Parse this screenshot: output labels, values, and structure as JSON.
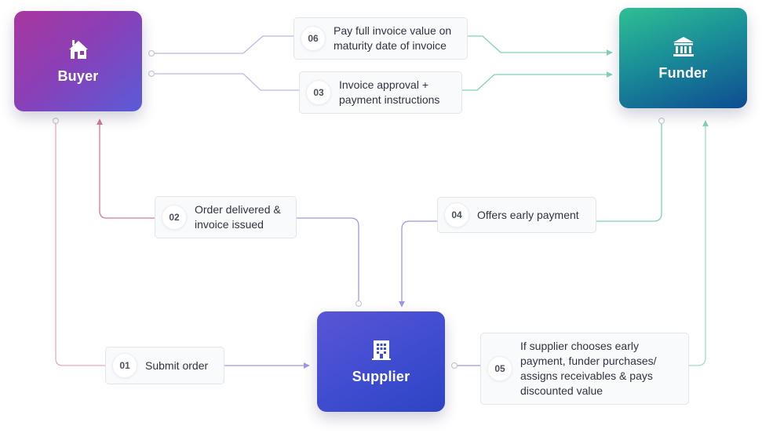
{
  "nodes": {
    "buyer": {
      "label": "Buyer",
      "icon": "house-icon"
    },
    "funder": {
      "label": "Funder",
      "icon": "bank-icon"
    },
    "supplier": {
      "label": "Supplier",
      "icon": "office-building-icon"
    }
  },
  "steps": [
    {
      "id": "01",
      "number": "01",
      "line1": "Submit order",
      "line2": ""
    },
    {
      "id": "02",
      "number": "02",
      "line1": "Order delivered &",
      "line2": "invoice issued"
    },
    {
      "id": "03",
      "number": "03",
      "line1": "Invoice approval +",
      "line2": "payment instructions"
    },
    {
      "id": "04",
      "number": "04",
      "line1": "Offers early payment",
      "line2": ""
    },
    {
      "id": "05",
      "number": "05",
      "line1": "If supplier chooses early",
      "line2": "payment, funder purchases/",
      "line3": "assigns receivables & pays",
      "line4": "discounted value"
    },
    {
      "id": "06",
      "number": "06",
      "line1": "Pay full invoice value on",
      "line2": "maturity date of invoice"
    }
  ],
  "colors": {
    "buyer_line": "#d9779c",
    "buyer_line_light": "#e9a8c4",
    "supplier_line": "#9c97e8",
    "funder_line": "#7fd1b4",
    "node_text": "#ffffff"
  }
}
